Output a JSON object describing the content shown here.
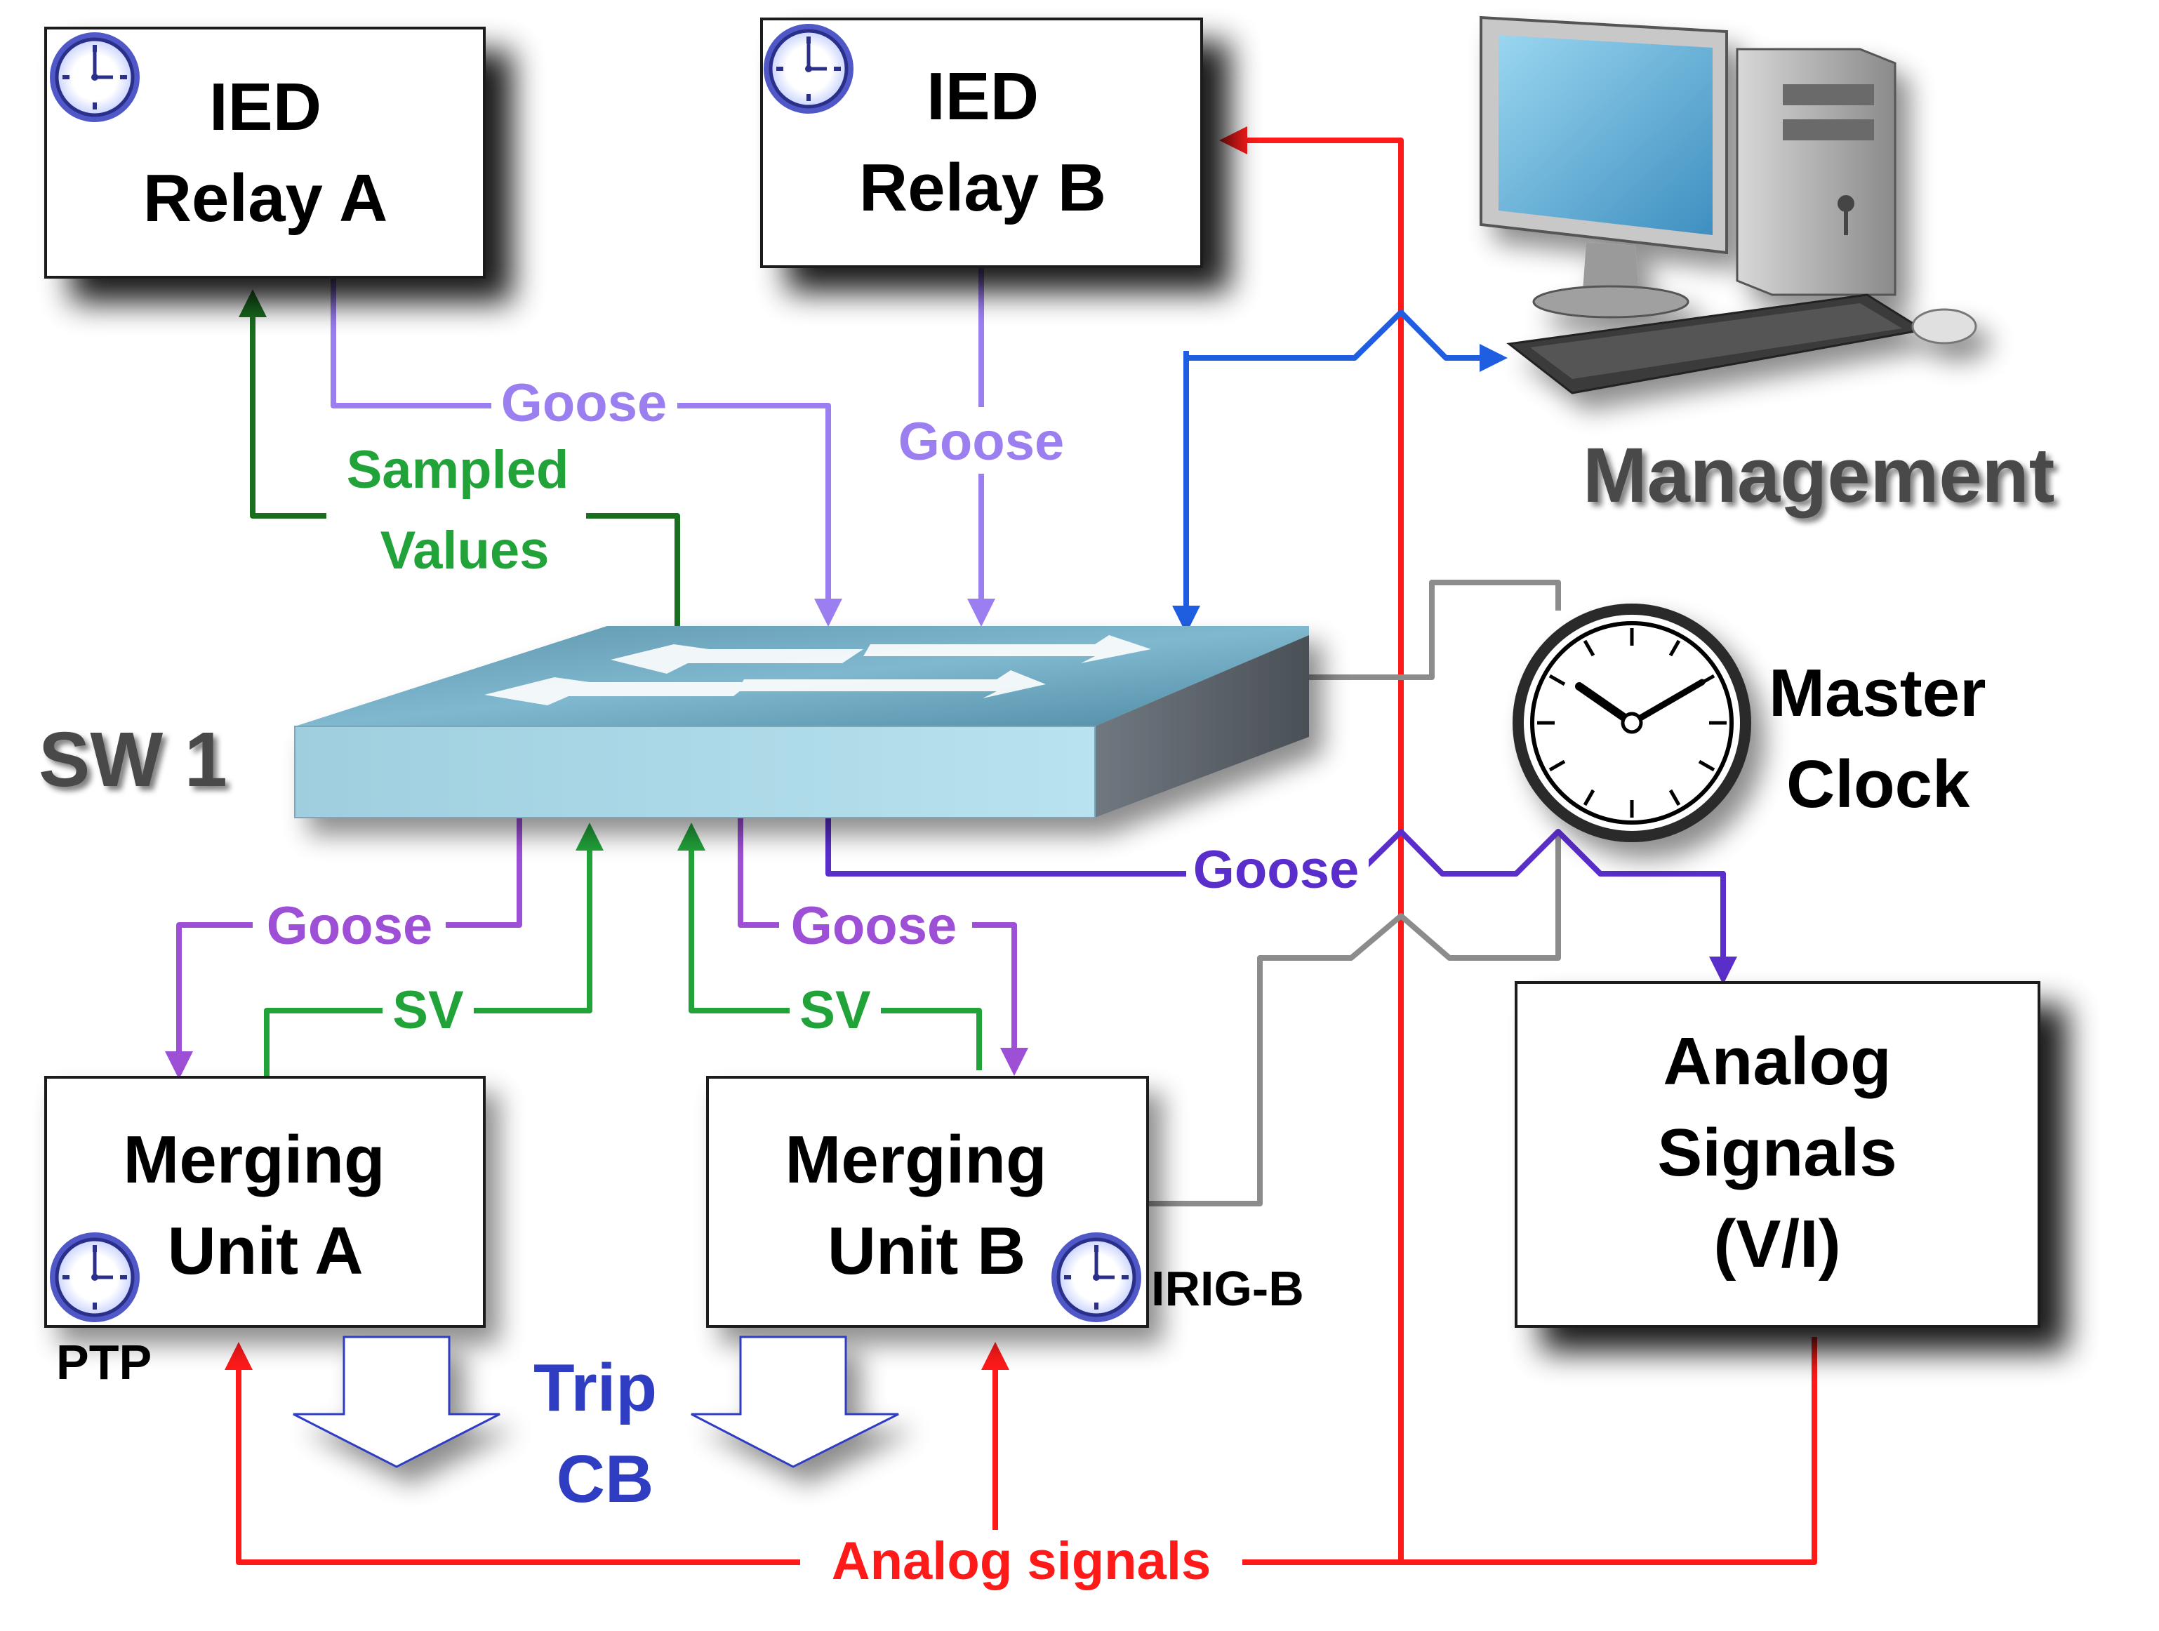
{
  "nodes": {
    "relay_a": {
      "line1": "IED",
      "line2": "Relay A"
    },
    "relay_b": {
      "line1": "IED",
      "line2": "Relay B"
    },
    "merging_a": {
      "line1": "Merging",
      "line2": "Unit A"
    },
    "merging_b": {
      "line1": "Merging",
      "line2": "Unit B"
    },
    "analog": {
      "line1": "Analog",
      "line2": "Signals",
      "line3": "(V/I)"
    },
    "switch": {
      "label": "SW 1"
    },
    "management": {
      "label": "Management"
    },
    "master_clock": {
      "line1": "Master",
      "line2": "Clock"
    }
  },
  "flows": {
    "goose_relay_a": "Goose",
    "goose_relay_b": "Goose",
    "sampled_values_line1": "Sampled",
    "sampled_values_line2": "Values",
    "goose_analog": "Goose",
    "goose_mu_a": "Goose",
    "goose_mu_b": "Goose",
    "sv_mu_a": "SV",
    "sv_mu_b": "SV",
    "analog_signals": "Analog signals"
  },
  "sync": {
    "ptp": "PTP",
    "irig_b": "IRIG-B"
  },
  "trip": {
    "line1": "Trip",
    "line2": "CB"
  },
  "colors": {
    "goose_light": "#9b7ef0",
    "goose_dark": "#5a2ecb",
    "sv": "#22a33a",
    "sv_dark": "#1a6e1f",
    "analog": "#ff1a1a",
    "management": "#1f5ee0",
    "clock_sync": "#8c8c8c",
    "trip": "#2f3dc2"
  }
}
